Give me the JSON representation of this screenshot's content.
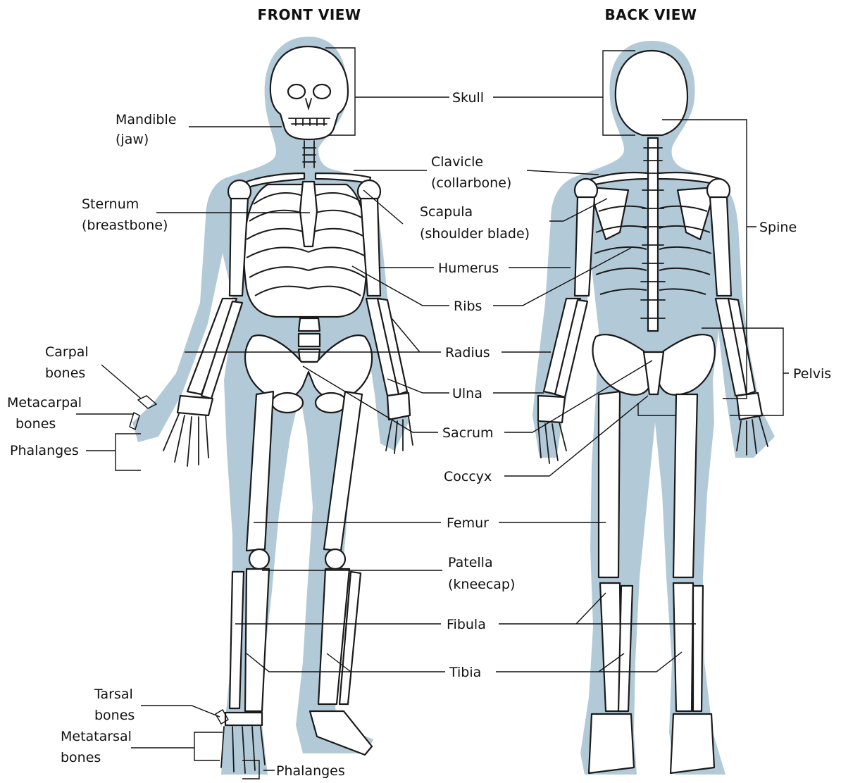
{
  "titles": {
    "front": "FRONT VIEW",
    "back": "BACK VIEW"
  },
  "labels": {
    "mandible_1": "Mandible",
    "mandible_2": "(jaw)",
    "skull": "Skull",
    "clavicle_1": "Clavicle",
    "clavicle_2": "(collarbone)",
    "sternum_1": "Sternum",
    "sternum_2": "(breastbone)",
    "scapula_1": "Scapula",
    "scapula_2": "(shoulder blade)",
    "spine": "Spine",
    "humerus": "Humerus",
    "ribs": "Ribs",
    "carpal_1": "Carpal",
    "carpal_2": "bones",
    "radius": "Radius",
    "pelvis": "Pelvis",
    "metacarpal_1": "Metacarpal",
    "metacarpal_2": "bones",
    "ulna": "Ulna",
    "phalanges_hand": "Phalanges",
    "sacrum": "Sacrum",
    "coccyx": "Coccyx",
    "femur": "Femur",
    "patella_1": "Patella",
    "patella_2": "(kneecap)",
    "fibula": "Fibula",
    "tibia": "Tibia",
    "tarsal_1": "Tarsal",
    "tarsal_2": "bones",
    "metatarsal_1": "Metatarsal",
    "metatarsal_2": "bones",
    "phalanges_foot": "Phalanges"
  },
  "colors": {
    "silhouette": "#b2cad8",
    "bone": "#ffffff",
    "outline": "#1a1a1a"
  }
}
